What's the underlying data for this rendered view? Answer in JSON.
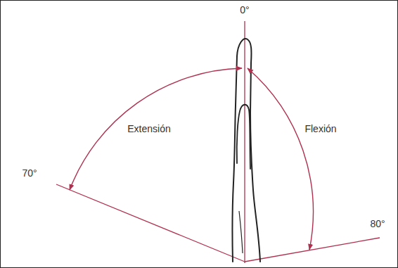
{
  "diagram": {
    "labels": [
      "0°",
      "70°",
      "Extensión",
      "Flexión",
      "80°"
    ]
  }
}
